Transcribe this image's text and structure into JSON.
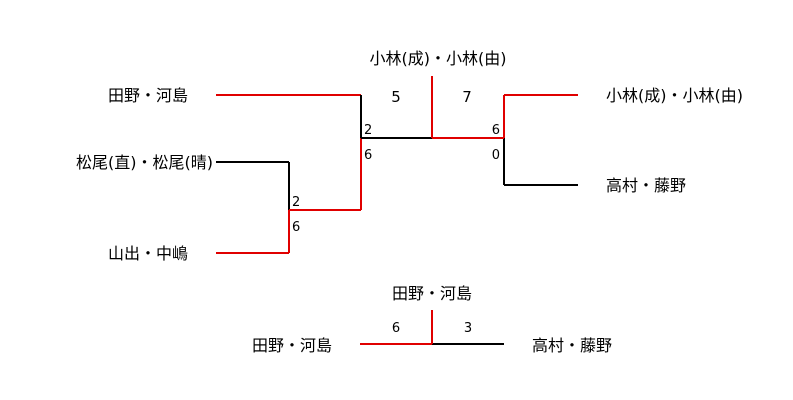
{
  "colors": {
    "win": "#e00000",
    "loss": "#000000"
  },
  "main": {
    "champion": "小林(成)・小林(由)",
    "final_score_left": "5",
    "final_score_right": "7",
    "left": {
      "team_top": "田野・河島",
      "team_mid": "松尾(直)・松尾(晴)",
      "team_bottom": "山出・中嶋",
      "semi_score_top": "2",
      "semi_score_bottom": "6",
      "qf_score_top": "2",
      "qf_score_bottom": "6"
    },
    "right": {
      "team_top": "小林(成)・小林(由)",
      "team_bottom": "高村・藤野",
      "semi_score_top": "6",
      "semi_score_bottom": "0"
    }
  },
  "third_place": {
    "winner": "田野・河島",
    "team_left": "田野・河島",
    "team_right": "高村・藤野",
    "score_left": "6",
    "score_right": "3"
  }
}
